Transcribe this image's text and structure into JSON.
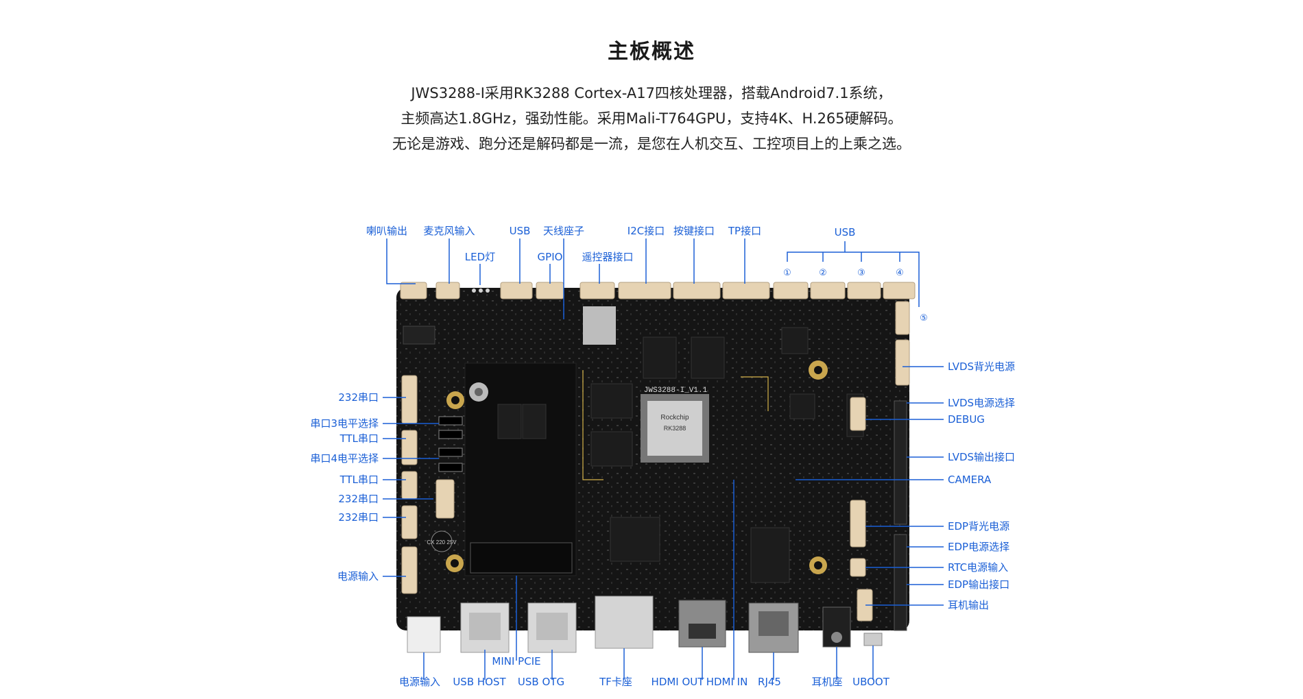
{
  "title": "主板概述",
  "description": [
    "JWS3288-I采用RK3288 Cortex-A17四核处理器，搭载Android7.1系统，",
    "主频高达1.8GHz，强劲性能。采用Mali-T764GPU，支持4K、H.265硬解码。",
    "无论是游戏、跑分还是解码都是一流，是您在人机交互、工控项目上的上乘之选。"
  ],
  "board": {
    "silkscreen": "JWS3288-I_V1.1",
    "chip_brand": "Rockchip",
    "chip_model": "RK3288",
    "capacitor_text": "CX 220 25V"
  },
  "labels_top": [
    "喇叭输出",
    "麦克风输入",
    "LED灯",
    "USB",
    "GPIO",
    "天线座子",
    "遥控器接口",
    "I2C接口",
    "按键接口",
    "TP接口",
    "USB"
  ],
  "usb_ports": [
    "①",
    "②",
    "③",
    "④",
    "⑤"
  ],
  "labels_left": [
    "232串口",
    "串口3电平选择",
    "TTL串口",
    "串口4电平选择",
    "TTL串口",
    "232串口",
    "232串口",
    "电源输入"
  ],
  "labels_right": [
    "LVDS背光电源",
    "LVDS电源选择",
    "DEBUG",
    "LVDS输出接口",
    "CAMERA",
    "EDP背光电源",
    "EDP电源选择",
    "RTC电源输入",
    "EDP输出接口",
    "耳机输出"
  ],
  "labels_bottom": [
    "MINI PCIE",
    "电源输入",
    "USB HOST",
    "USB OTG",
    "TF卡座",
    "HDMI OUT",
    "HDMI IN",
    "RJ45",
    "耳机座",
    "UBOOT"
  ],
  "colors": {
    "label": "#1a5fd6",
    "pcb": "#151515",
    "connector": "#e6d3b3"
  }
}
